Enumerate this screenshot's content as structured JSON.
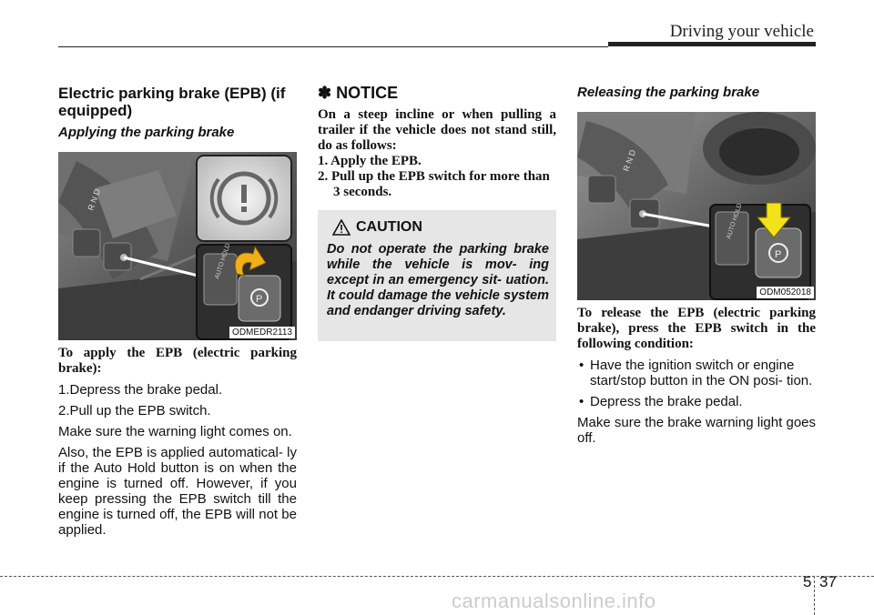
{
  "header": {
    "title": "Driving your vehicle"
  },
  "left": {
    "heading": "Electric parking brake (EPB) (if equipped)",
    "subheading": "Applying the parking brake",
    "image_code": "ODMEDR2113",
    "intro": "To apply the EPB (electric parking brake):",
    "steps": [
      "1.Depress the brake pedal.",
      "2.Pull up the EPB switch."
    ],
    "para1": "Make sure the warning light comes on.",
    "para2": "Also, the EPB is applied automatical- ly if the Auto Hold button is on when the engine is turned off. However, if you keep pressing the EPB switch till the engine is turned off, the EPB will not be applied."
  },
  "middle": {
    "notice_title": "✽ NOTICE",
    "notice_intro": "On a steep incline or when pulling a trailer if the vehicle does not stand still, do as follows:",
    "notice_steps": [
      "1. Apply the EPB.",
      "2. Pull up the EPB switch for more than 3 seconds."
    ],
    "caution_title": "CAUTION",
    "caution_text": "Do not operate the parking brake while the vehicle is mov- ing except in an emergency sit- uation. It could damage the vehicle system and endanger driving safety."
  },
  "right": {
    "subheading": "Releasing the parking brake",
    "image_code": "ODM052018",
    "intro": "To release the EPB (electric parking brake), press the EPB switch in the following condition:",
    "bullets": [
      "Have the ignition switch or engine start/stop button in the ON posi- tion.",
      "Depress the brake pedal."
    ],
    "para": "Make sure the brake warning light goes off."
  },
  "footer": {
    "chapter": "5",
    "page": "37",
    "watermark": "carmanualsonline.info"
  },
  "colors": {
    "caution_bg": "#e6e6e6",
    "arrow_orange": "#f0b019",
    "arrow_yellow": "#f3e219"
  }
}
